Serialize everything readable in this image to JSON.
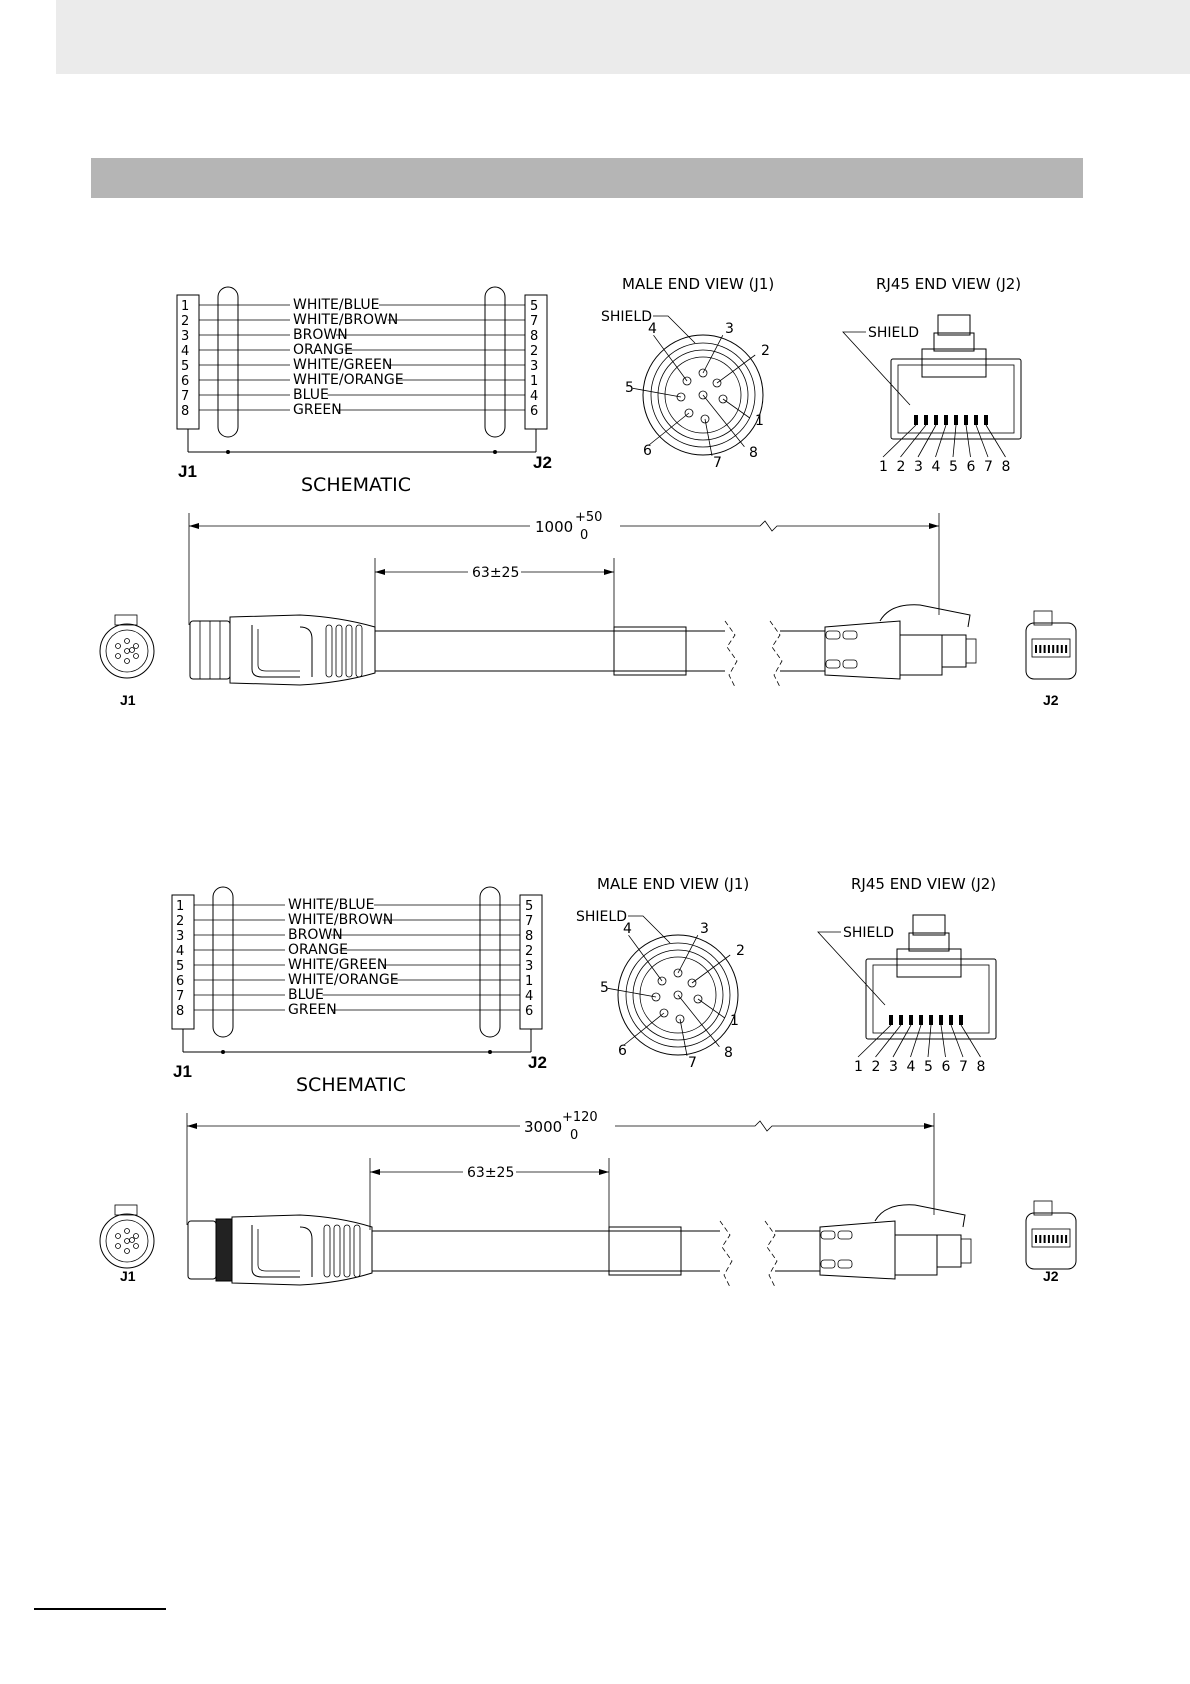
{
  "page": {
    "header_band": "",
    "section_bar": ""
  },
  "drawings": [
    {
      "j1_pins": [
        "1",
        "2",
        "3",
        "4",
        "5",
        "6",
        "7",
        "8"
      ],
      "wires": [
        "WHITE/BLUE",
        "WHITE/BROWN",
        "BROWN",
        "ORANGE",
        "WHITE/GREEN",
        "WHITE/ORANGE",
        "BLUE",
        "GREEN"
      ],
      "j2_pins": [
        "5",
        "7",
        "8",
        "2",
        "3",
        "1",
        "4",
        "6"
      ],
      "j1_label": "J1",
      "j2_label": "J2",
      "schematic_title": "SCHEMATIC",
      "male_view_title": "MALE END VIEW (J1)",
      "rj45_view_title": "RJ45 END VIEW (J2)",
      "shield_label": "SHIELD",
      "male_pin_labels": [
        "1",
        "2",
        "3",
        "4",
        "5",
        "6",
        "7",
        "8"
      ],
      "rj45_pin_labels": [
        "1",
        "2",
        "3",
        "4",
        "5",
        "6",
        "7",
        "8"
      ],
      "length_value": "1000",
      "length_tol_plus": "+50",
      "length_tol_minus": "0",
      "sleeve_dim": "63±25",
      "end_j1": "J1",
      "end_j2": "J2"
    },
    {
      "j1_pins": [
        "1",
        "2",
        "3",
        "4",
        "5",
        "6",
        "7",
        "8"
      ],
      "wires": [
        "WHITE/BLUE",
        "WHITE/BROWN",
        "BROWN",
        "ORANGE",
        "WHITE/GREEN",
        "WHITE/ORANGE",
        "BLUE",
        "GREEN"
      ],
      "j2_pins": [
        "5",
        "7",
        "8",
        "2",
        "3",
        "1",
        "4",
        "6"
      ],
      "j1_label": "J1",
      "j2_label": "J2",
      "schematic_title": "SCHEMATIC",
      "male_view_title": "MALE END VIEW (J1)",
      "rj45_view_title": "RJ45 END VIEW (J2)",
      "shield_label": "SHIELD",
      "male_pin_labels": [
        "1",
        "2",
        "3",
        "4",
        "5",
        "6",
        "7",
        "8"
      ],
      "rj45_pin_labels": [
        "1",
        "2",
        "3",
        "4",
        "5",
        "6",
        "7",
        "8"
      ],
      "length_value": "3000",
      "length_tol_plus": "+120",
      "length_tol_minus": "0",
      "sleeve_dim": "63±25",
      "end_j1": "J1",
      "end_j2": "J2"
    }
  ]
}
